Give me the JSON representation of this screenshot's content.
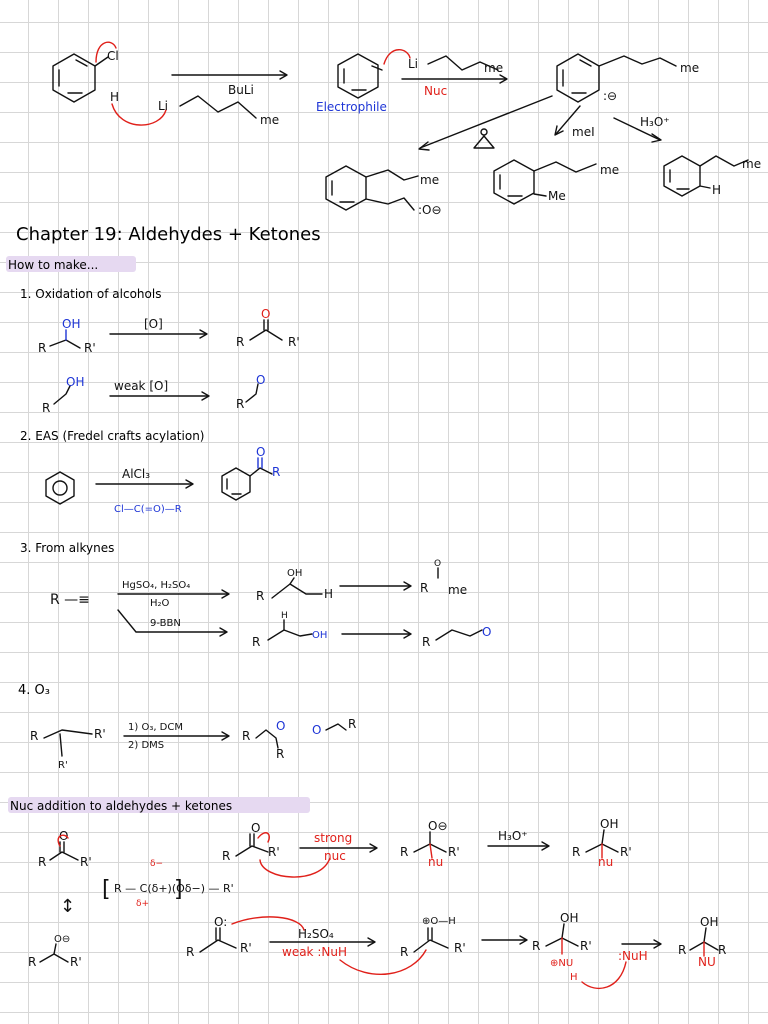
{
  "top_scheme": {
    "cl": "Cl",
    "h": "H",
    "li": "Li",
    "me": "me",
    "buli": "BuLi",
    "li2": "Li",
    "me2": "me",
    "electrophile": "Electrophile",
    "nuc": "Nuc",
    "me3": "me",
    "o_minus": ":⊖",
    "mei": "meI",
    "h3o": "H₃O⁺",
    "me4": "me",
    "o5": ":O⊖",
    "me5": "me",
    "me5b": "Me",
    "me6": "me",
    "h6": "H"
  },
  "chapter_title": "Chapter 19: Aldehydes + Ketones",
  "how_to_make": "How to make...",
  "method1": {
    "title": "1. Oxidation of alcohols",
    "oh": "OH",
    "r": "R",
    "rp": "R'",
    "reagent": "[O]",
    "o": "O",
    "r2": "R",
    "rp2": "R'",
    "oh2": "OH",
    "r3": "R",
    "reagent2": "weak [O]",
    "o2": "O",
    "r4": "R"
  },
  "method2": {
    "title": "2. EAS (Fredel crafts acylation)",
    "reagent": "AlCl₃",
    "acyl": "Cl—C(=O)—R",
    "o": "O",
    "r": "R"
  },
  "method3": {
    "title": "3. From alkynes",
    "start": "R —≡",
    "reagent_top": "HgSO₄, H₂SO₄",
    "reagent_top2": "H₂O",
    "oh": "OH",
    "r": "R",
    "h": "H",
    "prod": "R",
    "me": "me",
    "o": "O",
    "reagent_bot": "9-BBN",
    "h2": "H",
    "r2": "R",
    "oh2": "OH",
    "r3": "R",
    "o2": "O"
  },
  "method4": {
    "title": "4. O₃",
    "r": "R",
    "rp": "R'",
    "rpp": "R'",
    "step1": "1) O₃, DCM",
    "step2": "2) DMS",
    "o": "O",
    "r2": "R",
    "r3": "R",
    "o2": "O",
    "r4": "R"
  },
  "nuc_section": {
    "title": "Nuc addition to aldehydes + ketones",
    "o": "O",
    "r": "R",
    "rp": "R'",
    "bracket": "R — C(δ+)(Oδ−) — R'",
    "delta_minus": "δ−",
    "delta_plus": "δ+",
    "res_o": "O⊖",
    "res_r": "R",
    "res_rp": "R'",
    "strong": "strong",
    "nuc": "nuc",
    "o_minus": "O⊖",
    "r2": "R",
    "rp2": "R'",
    "nu": "nu",
    "h3o": "H₃O⁺",
    "oh": "OH",
    "r3": "R",
    "rp3": "R'",
    "nu2": "nu",
    "o_lp": "O:",
    "r4": "R",
    "rp4": "R'",
    "h2so4": "H₂SO₄",
    "weak": "weak :NuH",
    "oplus": "⊕O—H",
    "r5": "R",
    "rp5": "R'",
    "oh2": "OH",
    "r6": "R",
    "rp6": "R'",
    "nuh": "⊕NU",
    "nuh_h": "H",
    "nuh2": ":NuH",
    "oh3": "OH",
    "r7": "R",
    "r8": "R",
    "nu3": "NU"
  }
}
